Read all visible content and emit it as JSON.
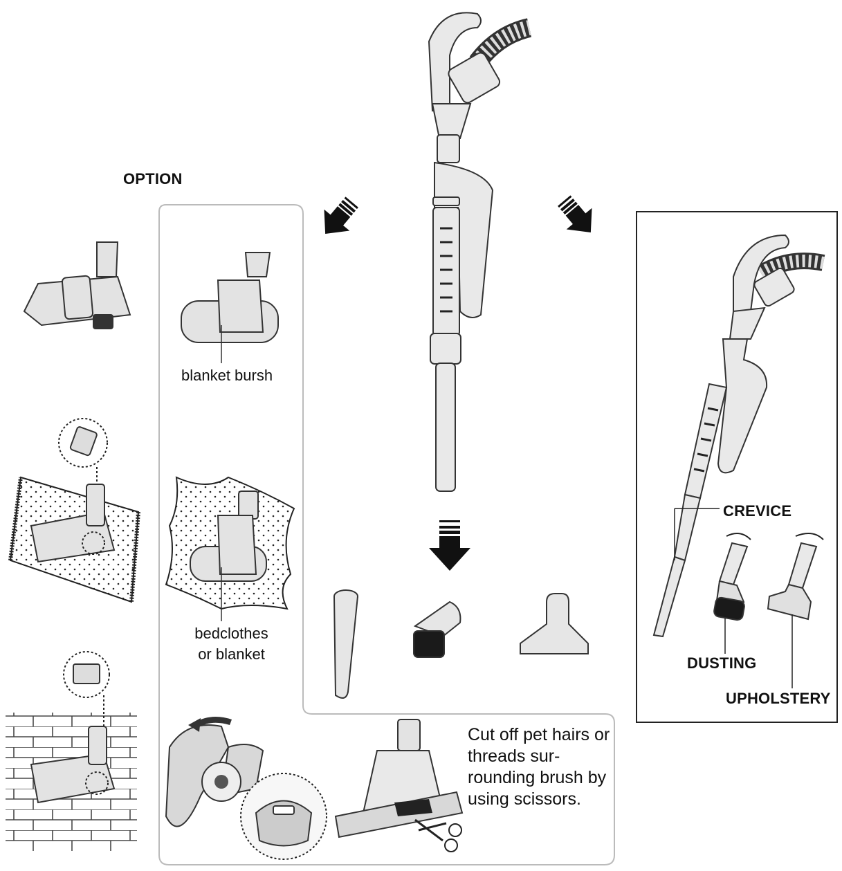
{
  "labels": {
    "option": "OPTION",
    "blanket_brush": "blanket bursh",
    "bedclothes_line1": "bedclothes",
    "bedclothes_line2": "or blanket",
    "crevice": "CREVICE",
    "dusting": "DUSTING",
    "upholstery": "UPHOLSTERY",
    "cleaning_note": "Cut off pet hairs or threads sur-rounding brush by using scissors."
  },
  "icons": {
    "flow_arrows": "down-arrow-icon",
    "rotate": "rotate-arrow-icon"
  }
}
